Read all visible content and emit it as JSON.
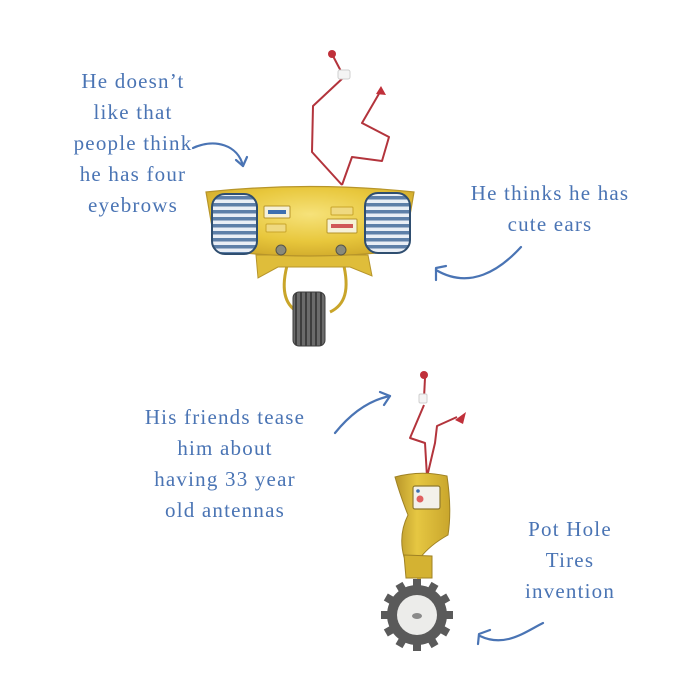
{
  "captions": {
    "eyebrows": {
      "lines": [
        "He doesn’t",
        "like that",
        "people think",
        "he has four",
        "eyebrows"
      ]
    },
    "ears": {
      "lines": [
        "He thinks he has",
        "cute ears"
      ]
    },
    "antennas": {
      "lines": [
        "His friends tease",
        "him about",
        "having 33 year",
        "old antennas"
      ]
    },
    "tires": {
      "lines": [
        "Pot Hole",
        "Tires",
        "invention"
      ]
    }
  },
  "colors": {
    "text": "#4a74b4",
    "arrow": "#4a74b4",
    "body_yellow": "#e9c83c",
    "body_shadow": "#c9a52a",
    "antenna_red": "#b3343c",
    "grille_blue": "#5d7fa8",
    "tire_gray": "#5a5a5a"
  },
  "illustrations": [
    {
      "name": "front-view-robot",
      "parts": [
        "antennas",
        "head-panel",
        "ear-grilles",
        "eyebrow-slots",
        "bolt-eyes",
        "wheel"
      ]
    },
    {
      "name": "side-view-robot",
      "parts": [
        "antennas",
        "side-body",
        "face-window",
        "stick-axle",
        "gear-wheel"
      ]
    }
  ]
}
